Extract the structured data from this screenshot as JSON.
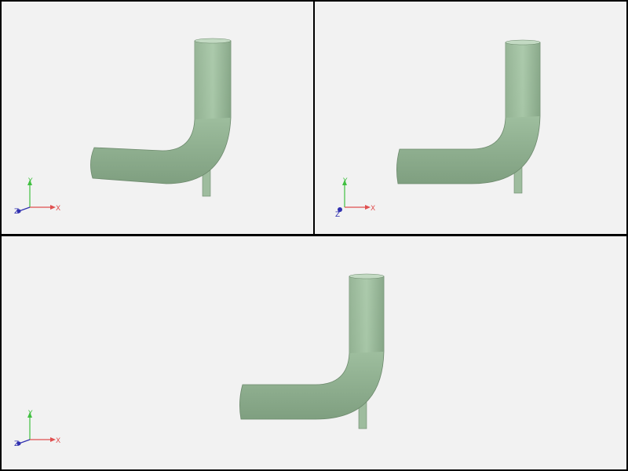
{
  "viewer": {
    "background_color": "#f2f2f2",
    "separator_color": "#000000",
    "model_color": "#a3c4a3"
  },
  "viewports": [
    {
      "name": "viewport-1",
      "view": "rotated"
    },
    {
      "name": "viewport-2",
      "view": "front"
    },
    {
      "name": "viewport-3",
      "view": "front"
    }
  ],
  "axis_triad": {
    "x_label": "X",
    "y_label": "Y",
    "z_label": "Z",
    "x_color": "#e05050",
    "y_color": "#40c040",
    "z_color": "#3030b0"
  }
}
